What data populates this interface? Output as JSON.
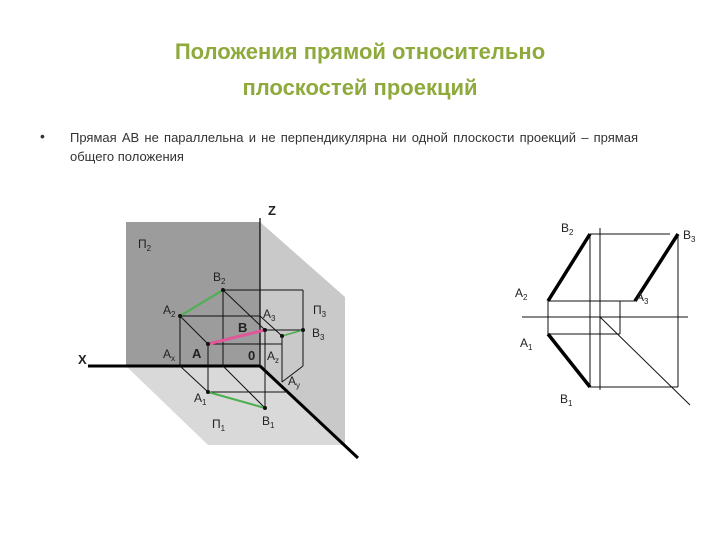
{
  "slide": {
    "title_line1": "Положения прямой относительно",
    "title_line2": "плоскостей проекций",
    "bullet_mark": "•",
    "bullet_text": "Прямая АВ не параллельна и не перпендикулярна ни одной плоскости проекций – прямая общего положения"
  },
  "left_figure": {
    "axis_x": "X",
    "axis_z": "Z",
    "origin": "0",
    "plane_v": {
      "base": "П",
      "sub": "2"
    },
    "plane_w": {
      "base": "П",
      "sub": "3"
    },
    "plane_h": {
      "base": "П",
      "sub": "1"
    },
    "pt_B2": {
      "base": "B",
      "sub": "2"
    },
    "pt_A2": {
      "base": "A",
      "sub": "2"
    },
    "pt_Ax": {
      "base": "A",
      "sub": "x"
    },
    "pt_A": "A",
    "pt_B": "B",
    "pt_A3": {
      "base": "A",
      "sub": "3"
    },
    "pt_B3": {
      "base": "B",
      "sub": "3"
    },
    "pt_Az": {
      "base": "A",
      "sub": "z"
    },
    "pt_Ay": {
      "base": "A",
      "sub": "y"
    },
    "pt_A1": {
      "base": "A",
      "sub": "1"
    },
    "pt_B1": {
      "base": "B",
      "sub": "1"
    },
    "colors": {
      "v_projection": "#4caf50",
      "h_projection": "#4caf50",
      "line_AB": "#e0579a",
      "plane": "#999999"
    }
  },
  "right_figure": {
    "pt_B2": {
      "base": "B",
      "sub": "2"
    },
    "pt_B3": {
      "base": "B",
      "sub": "3"
    },
    "pt_A2": {
      "base": "A",
      "sub": "2"
    },
    "pt_A3": {
      "base": "A",
      "sub": "3"
    },
    "pt_A1": {
      "base": "A",
      "sub": "1"
    },
    "pt_B1": {
      "base": "B",
      "sub": "1"
    }
  }
}
